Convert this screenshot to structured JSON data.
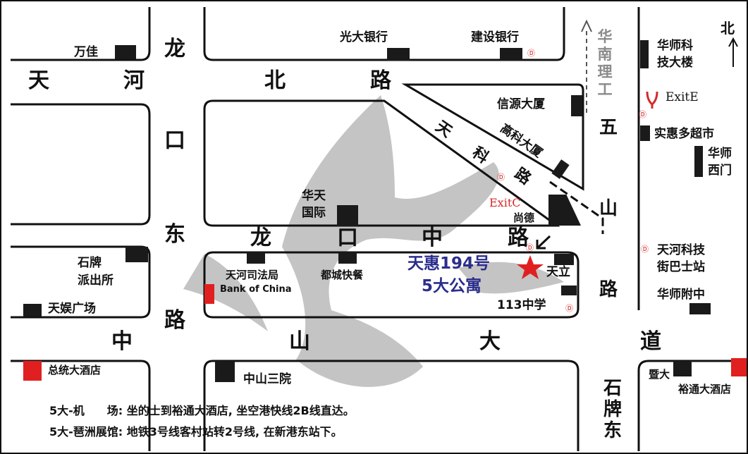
{
  "roads": {
    "tianhe_north": [
      "天",
      "河",
      "北",
      "路"
    ],
    "longkou_east": [
      "龙",
      "口",
      "东",
      "路"
    ],
    "longkou_middle": [
      "龙",
      "口",
      "中",
      "路"
    ],
    "zhongshan_avenue": [
      "中",
      "山",
      "大",
      "道"
    ],
    "wushan_road": [
      "五",
      "山",
      "路"
    ],
    "tianke_road": [
      "天",
      "科",
      "路"
    ],
    "shipai_east": [
      "石",
      "牌",
      "东"
    ]
  },
  "north_arrow": "北",
  "scut_label": "华南理工",
  "destination": {
    "line1": "天惠194号",
    "line2": "5大公寓",
    "marker": "star"
  },
  "pois": {
    "wanjia": "万佳",
    "guangda_bank": "光大银行",
    "jianshe_bank": "建设银行",
    "huashi_tech_line1": "华师科",
    "huashi_tech_line2": "技大楼",
    "exit_e": "ExitE",
    "exit_c": "ExitC",
    "xinyuan": "信源大厦",
    "gaoke": "高科大厦",
    "shihui_supermarket": "实惠多超市",
    "huashi_west_line1": "华师",
    "huashi_west_line2": "西门",
    "huatian_line1": "华天",
    "huatian_line2": "国际",
    "shangde": "尚德",
    "shipai_police_line1": "石牌",
    "shipai_police_line2": "派出所",
    "tianhe_court": "天河司法局",
    "ducheng_fastfood": "都城快餐",
    "bank_of_china": "Bank of China",
    "tianli": "天立",
    "school_113": "113中学",
    "tianhe_bus_line1": "天河科技",
    "tianhe_bus_line2": "街巴士站",
    "huashi_high": "华师附中",
    "tianyu_plaza": "天娱广场",
    "zongtong_hotel": "总统大酒店",
    "zhongshan_hospital": "中山三院",
    "jinan_uni": "暨大",
    "yutong_hotel": "裕通大酒店"
  },
  "directions": {
    "to_airport": "5大-机　　场: 坐的士到裕通大酒店, 坐空港快线2B线直达。",
    "to_pazhou": "5大-琶洲展馆: 地铁3号线客村站转2号线, 在新港东站下。"
  },
  "colors": {
    "ink": "#111111",
    "block": "#1a1a1a",
    "red": "#e02020",
    "metro": "#d42a2a",
    "destination_text": "#2b2d8c",
    "watermark": "#c4c4c4",
    "scut_text": "#8a8a8a"
  }
}
